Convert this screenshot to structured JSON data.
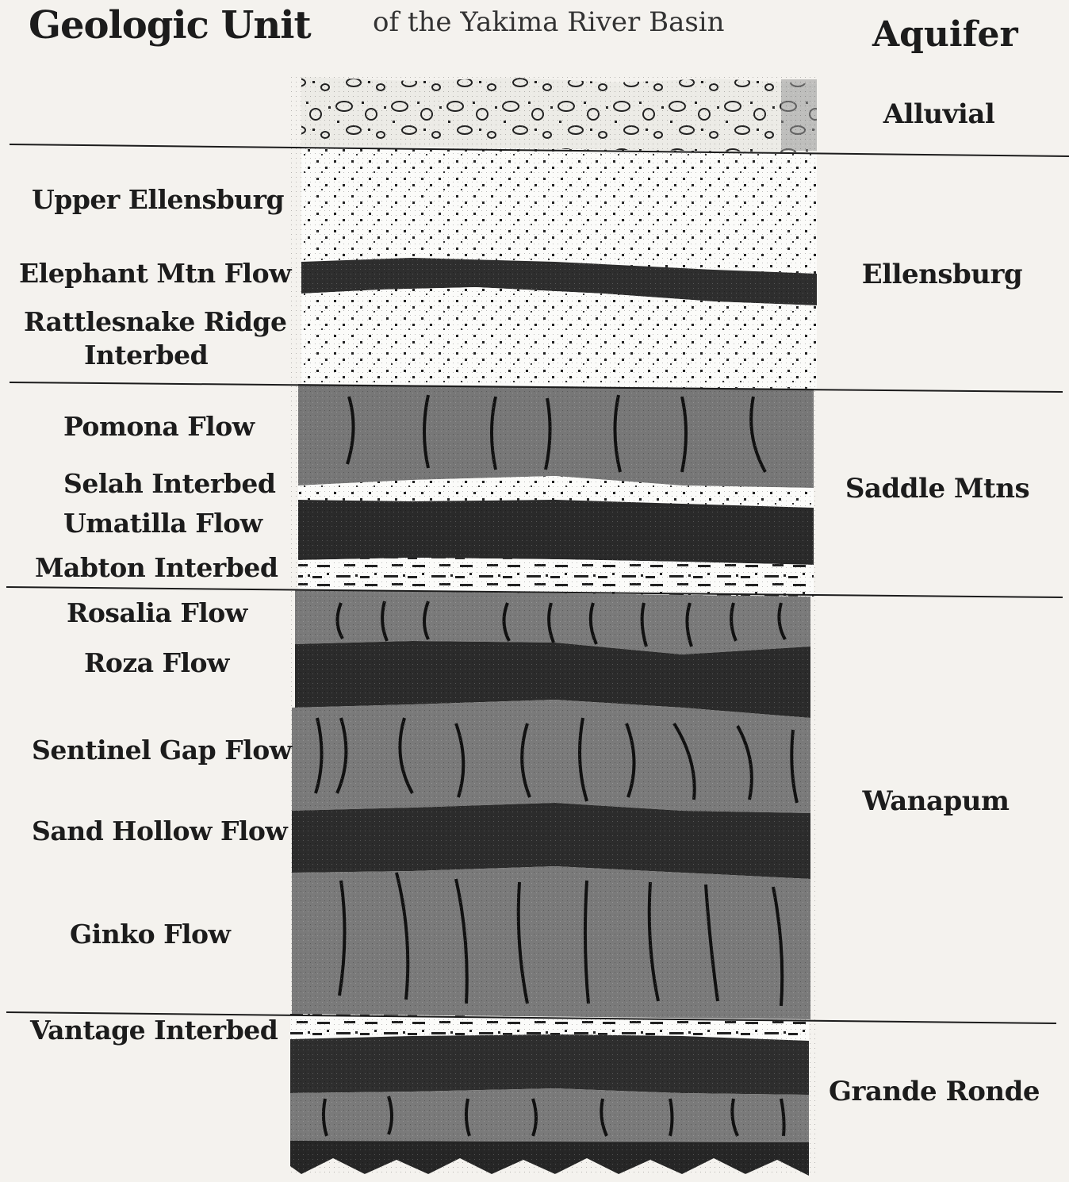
{
  "header": {
    "geologic_unit_title": "Geologic Unit",
    "subtitle": "of the Yakima River Basin",
    "aquifer_title": "Aquifer"
  },
  "geologic_units": [
    "Upper Ellensburg",
    "Elephant Mtn Flow",
    "Rattlesnake Ridge",
    "Interbed",
    "Pomona Flow",
    "Selah Interbed",
    "Umatilla Flow",
    "Mabton Interbed",
    "Rosalia Flow",
    "Roza Flow",
    "Sentinel Gap Flow",
    "Sand Hollow Flow",
    "Ginko Flow",
    "Vantage Interbed"
  ],
  "aquifers": [
    "Alluvial",
    "Ellensburg",
    "Saddle Mtns",
    "Wanapum",
    "Grande Ronde"
  ],
  "colors": {
    "paper": "#f4f2ee",
    "ink": "#1c1c1c",
    "dark_flow": "#2e2e2e",
    "mid_flow": "#777777",
    "light_sediment": "#fbfbf9"
  }
}
